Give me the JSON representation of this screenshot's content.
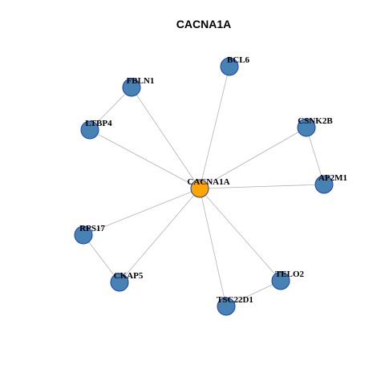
{
  "title": "CACNA1A",
  "colors": {
    "center_fill": "#ffa500",
    "node_fill": "#4682b4",
    "node_stroke": "#1a3fb3",
    "edge": "#b3b3b3"
  },
  "nodes": [
    {
      "id": "CACNA1A",
      "label": "CACNA1A",
      "role": "center"
    },
    {
      "id": "BCL6",
      "label": "BCL6",
      "role": "neighbor"
    },
    {
      "id": "FBLN1",
      "label": "FBLN1",
      "role": "neighbor"
    },
    {
      "id": "LTBP4",
      "label": "LTBP4",
      "role": "neighbor"
    },
    {
      "id": "CSNK2B",
      "label": "CSNK2B",
      "role": "neighbor"
    },
    {
      "id": "AP2M1",
      "label": "AP2M1",
      "role": "neighbor"
    },
    {
      "id": "RPS17",
      "label": "RPS17",
      "role": "neighbor"
    },
    {
      "id": "CKAP5",
      "label": "CKAP5",
      "role": "neighbor"
    },
    {
      "id": "TELO2",
      "label": "TELO2",
      "role": "neighbor"
    },
    {
      "id": "TSC22D1",
      "label": "TSC22D1",
      "role": "neighbor"
    }
  ],
  "edges": [
    [
      "CACNA1A",
      "BCL6"
    ],
    [
      "CACNA1A",
      "FBLN1"
    ],
    [
      "CACNA1A",
      "LTBP4"
    ],
    [
      "CACNA1A",
      "CSNK2B"
    ],
    [
      "CACNA1A",
      "AP2M1"
    ],
    [
      "CACNA1A",
      "RPS17"
    ],
    [
      "CACNA1A",
      "CKAP5"
    ],
    [
      "CACNA1A",
      "TELO2"
    ],
    [
      "CACNA1A",
      "TSC22D1"
    ],
    [
      "FBLN1",
      "LTBP4"
    ],
    [
      "CSNK2B",
      "AP2M1"
    ],
    [
      "RPS17",
      "CKAP5"
    ],
    [
      "TELO2",
      "TSC22D1"
    ]
  ]
}
